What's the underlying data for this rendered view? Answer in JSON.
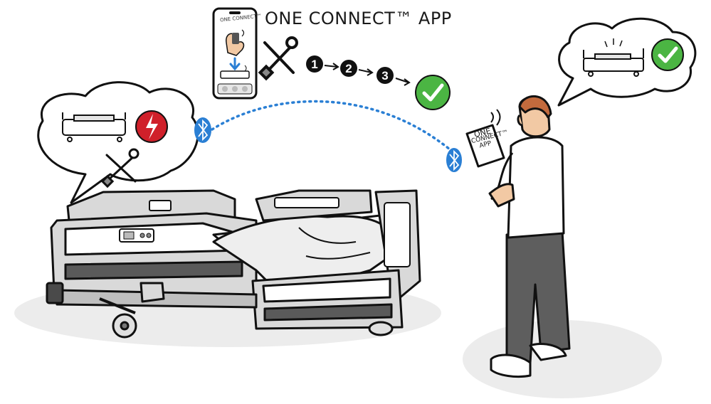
{
  "app_title": "ONE CONNECT™ APP",
  "phone_header": "ONE CONNECT™",
  "tablet_label": {
    "line1": "ONE",
    "line2": "CONNECT™",
    "line3": "APP"
  },
  "steps": [
    "1",
    "2",
    "3"
  ],
  "icons": {
    "bluetooth": "bluetooth-icon",
    "error": "lightning-error-icon",
    "tools": "wrench-screwdriver-icon",
    "check": "check-circle-icon"
  },
  "colors": {
    "bluetooth": "#2a7fd4",
    "error": "#d0202a",
    "success": "#4bb543",
    "bed_grey": "#d9d9d9",
    "bed_dark": "#5a5a5a",
    "floor": "#ececec"
  }
}
